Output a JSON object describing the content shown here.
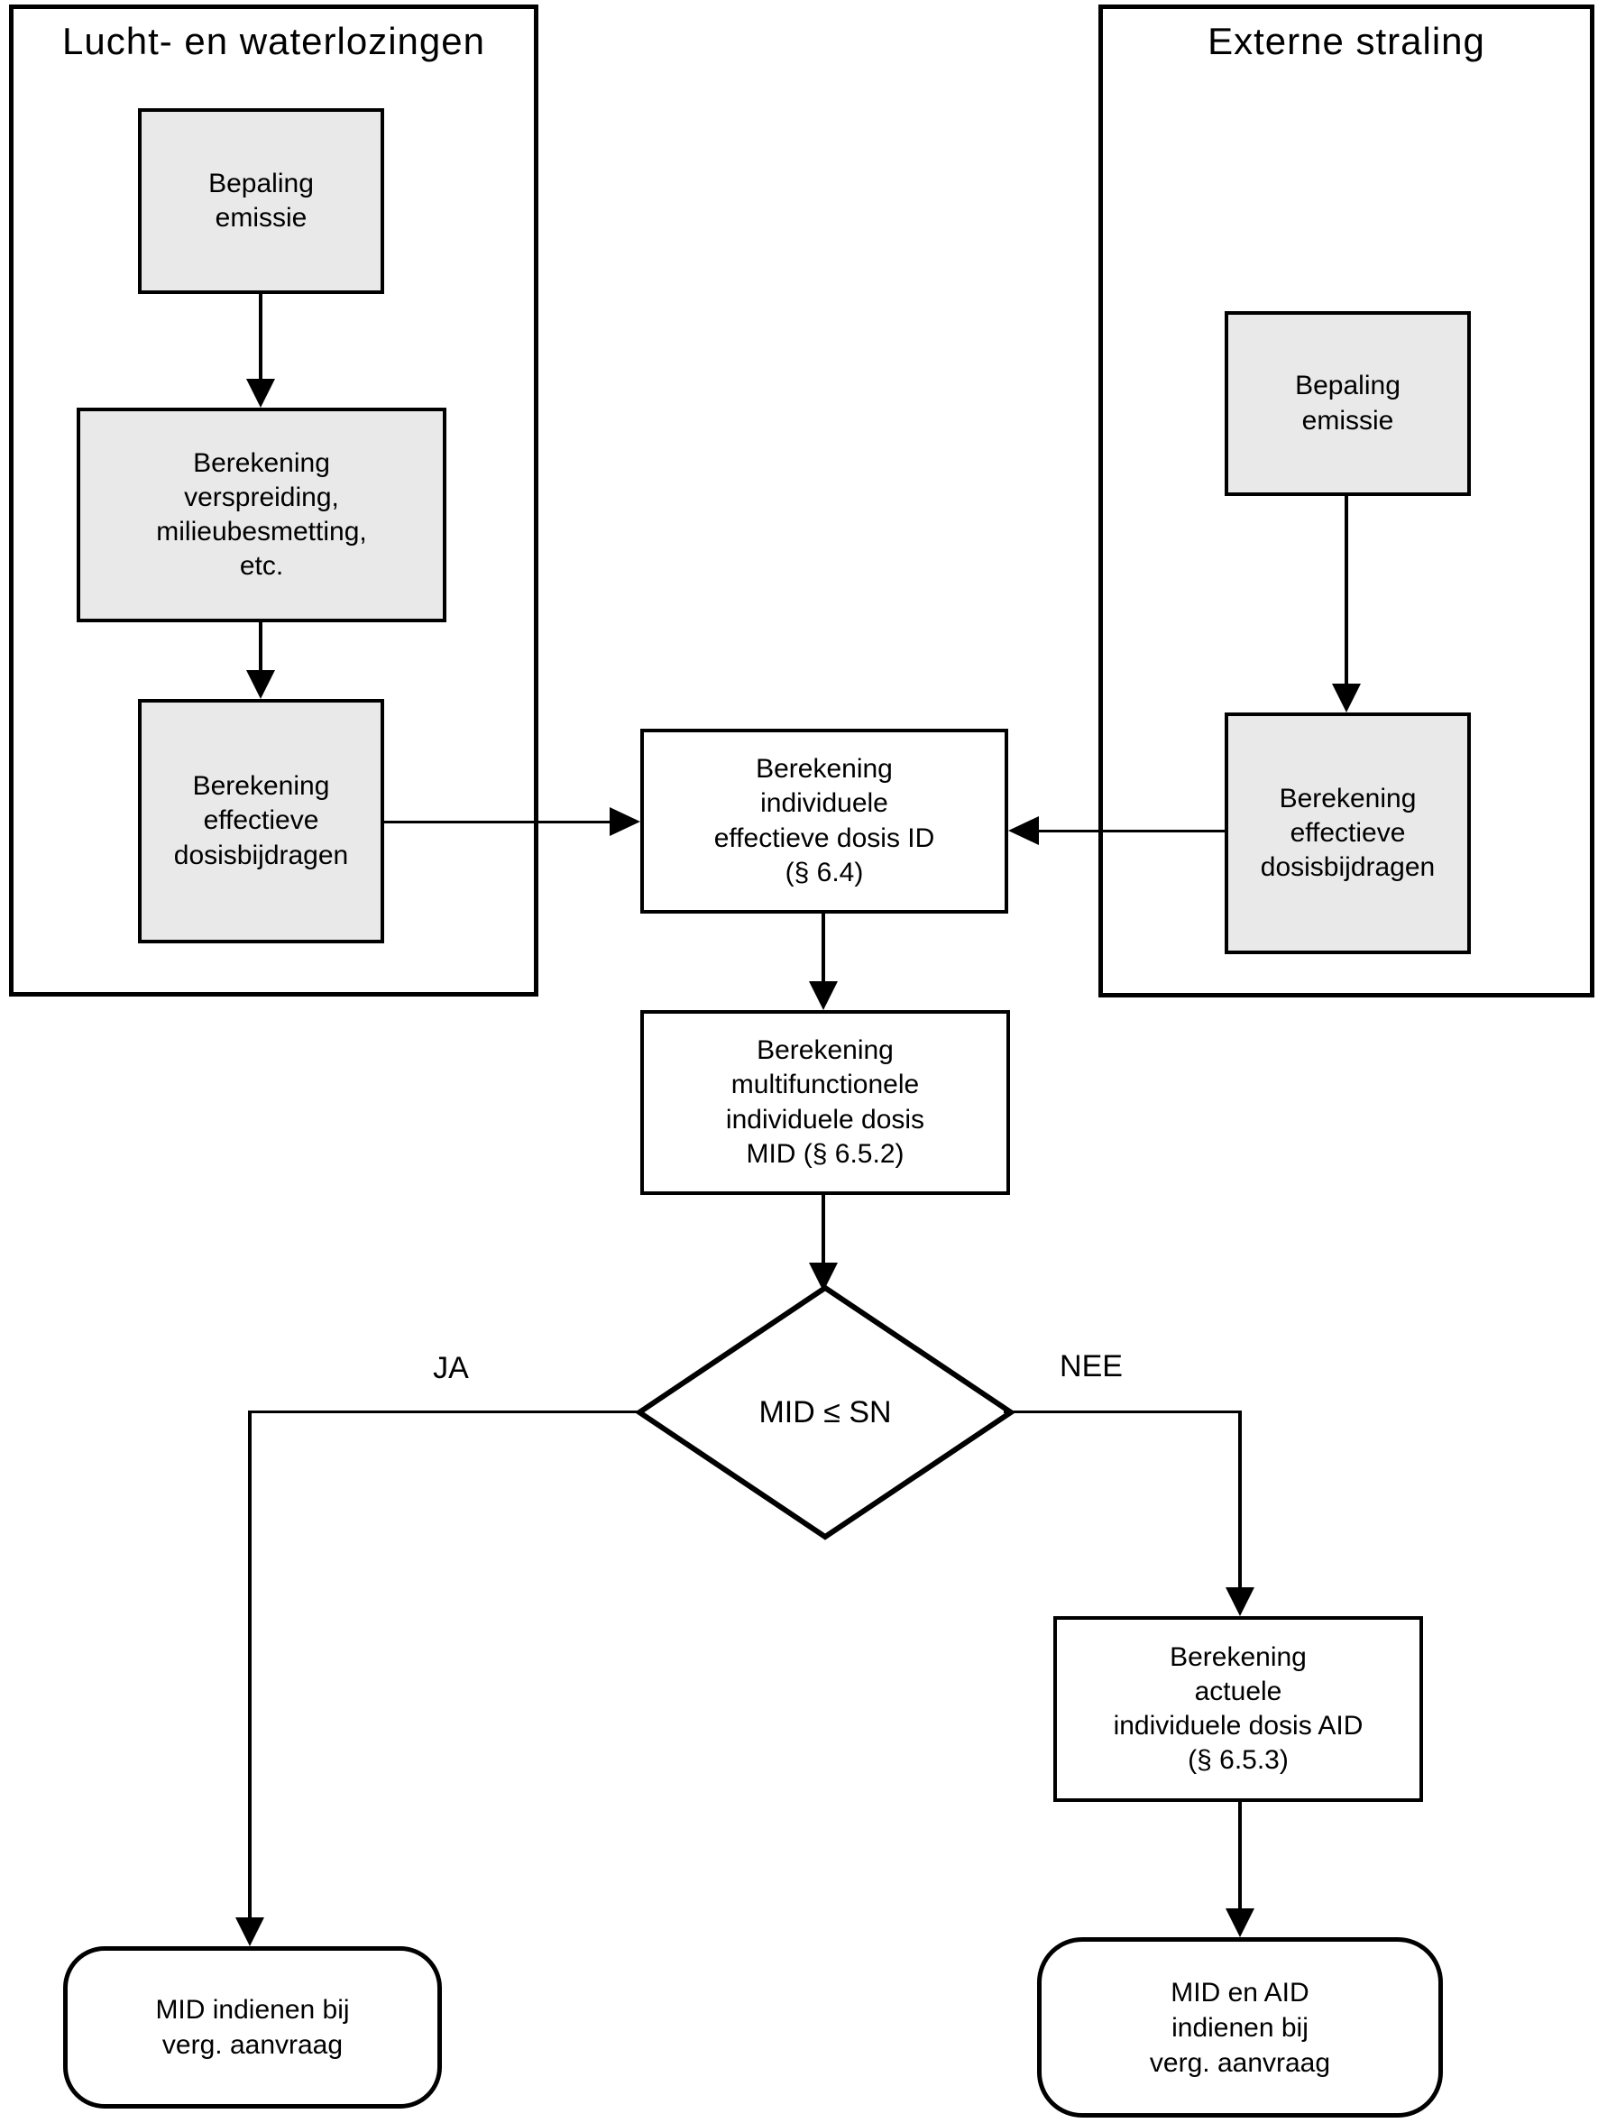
{
  "diagram": {
    "left_container": {
      "title": "Lucht- en waterlozingen"
    },
    "right_container": {
      "title": "Externe straling"
    },
    "nodes": {
      "l_bepaling": "Bepaling\nemissie",
      "l_verspreiding": "Berekening\nverspreiding,\nmilieubesmetting,\netc.",
      "l_dosisbijdragen": "Berekening\neffectieve\ndosisbijdragen",
      "r_bepaling": "Bepaling\nemissie",
      "r_dosisbijdragen": "Berekening\neffectieve\ndosisbijdragen",
      "id_box": "Berekening\nindividuele\neffectieve dosis ID\n(§ 6.4)",
      "mid_box": "Berekening\nmultifunctionele\nindividuele dosis\nMID (§ 6.5.2)",
      "decision": "MID ≤ SN",
      "aid_box": "Berekening\nactuele\nindividuele dosis AID\n(§ 6.5.3)",
      "result_ja": "MID indienen bij\nverg. aanvraag",
      "result_nee": "MID en AID\nindienen bij\nverg. aanvraag"
    },
    "edge_labels": {
      "ja": "JA",
      "nee": "NEE"
    },
    "colors": {
      "node_fill_gray": "#e9e9e9",
      "node_fill_white": "#ffffff",
      "line": "#000000"
    }
  }
}
